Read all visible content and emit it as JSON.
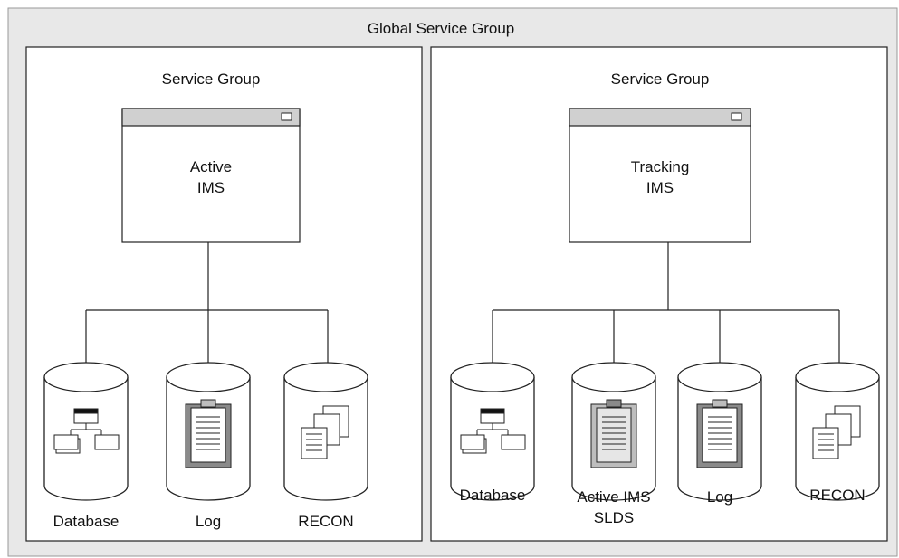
{
  "global_group": {
    "title": "Global Service Group"
  },
  "left_group": {
    "title": "Service Group",
    "system": {
      "line1": "Active",
      "line2": "IMS"
    },
    "stores": [
      {
        "label": "Database"
      },
      {
        "label": "Log"
      },
      {
        "label": "RECON"
      }
    ]
  },
  "right_group": {
    "title": "Service Group",
    "system": {
      "line1": "Tracking",
      "line2": "IMS"
    },
    "stores": [
      {
        "label": "Database"
      },
      {
        "label": "Active IMS",
        "label2": "SLDS"
      },
      {
        "label": "Log"
      },
      {
        "label": "RECON"
      }
    ]
  },
  "colors": {
    "background_panel": "#e8e8e8",
    "box_fill": "#ffffff",
    "titlebar": "#d0d0d0",
    "stroke": "#222222",
    "clipboard_dark": "#8a8a8a",
    "clipboard_light": "#bdbdbd"
  },
  "icons": {
    "window": "window-titlebar-icon",
    "database": "hierarchy-tree-icon",
    "log": "clipboard-icon",
    "recon": "stacked-documents-icon"
  }
}
